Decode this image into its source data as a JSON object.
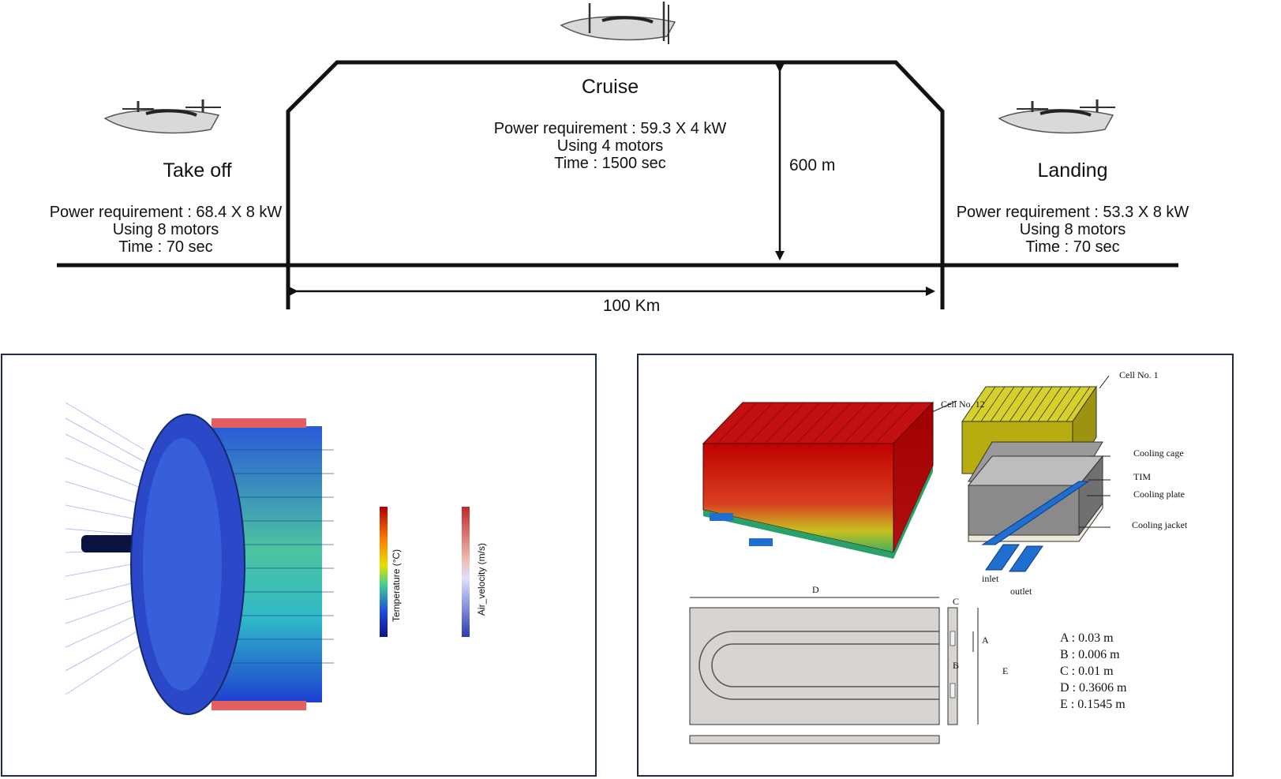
{
  "profile": {
    "takeoff": {
      "title": "Take off",
      "lines": [
        "Power requirement : 68.4 X 8 kW",
        "Using 8 motors",
        "Time : 70 sec"
      ]
    },
    "cruise": {
      "title": "Cruise",
      "lines": [
        "Power requirement : 59.3 X 4 kW",
        "Using 4 motors",
        "Time : 1500 sec"
      ]
    },
    "landing": {
      "title": "Landing",
      "lines": [
        "Power requirement : 53.3 X 8 kW",
        "Using 8 motors",
        "Time : 70 sec"
      ]
    },
    "altitude": "600 m",
    "distance": "100 Km"
  },
  "motor_panel": {
    "colorbars": [
      {
        "label": "Temperature (°C)"
      },
      {
        "label": "Air_velocity (m/s)"
      }
    ]
  },
  "battery_panel": {
    "cell_first": "Cell No. 1",
    "cell_last": "Cell No. 12",
    "parts": [
      "Cooling cage",
      "TIM",
      "Cooling plate",
      "Cooling jacket"
    ],
    "inlet": "inlet",
    "outlet": "outlet",
    "dim_letters": {
      "A": "A",
      "B": "B",
      "C": "C",
      "D": "D",
      "E": "E"
    },
    "dimensions": [
      "A : 0.03 m",
      "B : 0.006 m",
      "C : 0.01 m",
      "D : 0.3606 m",
      "E : 0.1545 m"
    ]
  },
  "colors": {
    "line": "#111111",
    "panel_border": "#1f2a44",
    "hot": "#d01010",
    "cold": "#1d3fd1",
    "cell_yellow": "#c9c21a",
    "plate_gray": "#8a8a8a",
    "jacket_blue": "#1f6fd0"
  }
}
